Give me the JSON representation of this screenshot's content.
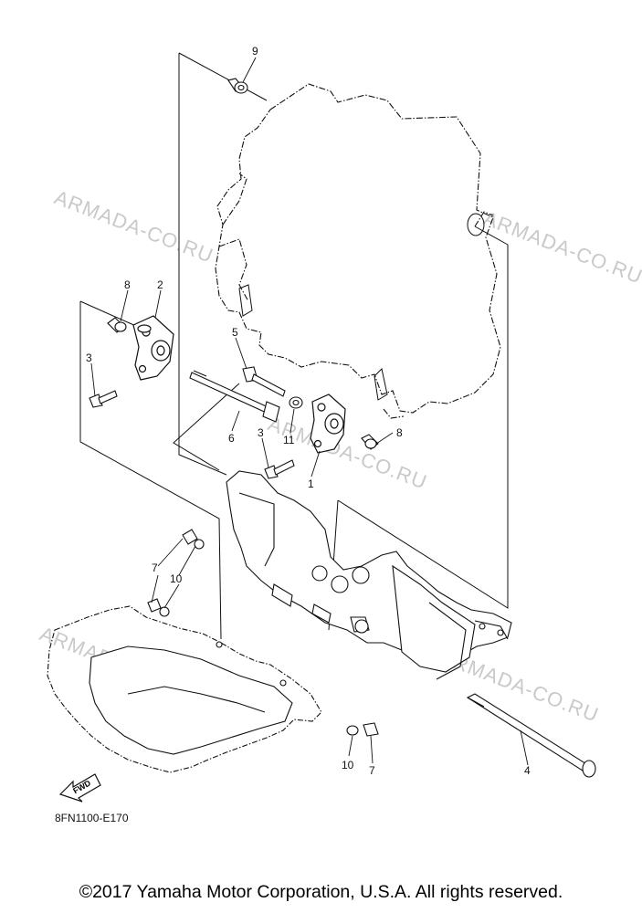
{
  "watermarks": [
    "ARMADA-CO.RU",
    "ARMADA-CO.RU",
    "ARMADA-CO.RU",
    "ARMADA-CO.RU",
    "ARMADA-CO.RU"
  ],
  "callouts": {
    "n1": "1",
    "n2": "2",
    "n3a": "3",
    "n3b": "3",
    "n4": "4",
    "n5": "5",
    "n6": "6",
    "n7a": "7",
    "n7b": "7",
    "n8a": "8",
    "n8b": "8",
    "n9": "9",
    "n10a": "10",
    "n10b": "10",
    "n11": "11"
  },
  "fwd_label": "FWD",
  "diagram_code": "8FN1100-E170",
  "copyright": "©2017 Yamaha Motor Corporation, U.S.A. All rights reserved."
}
